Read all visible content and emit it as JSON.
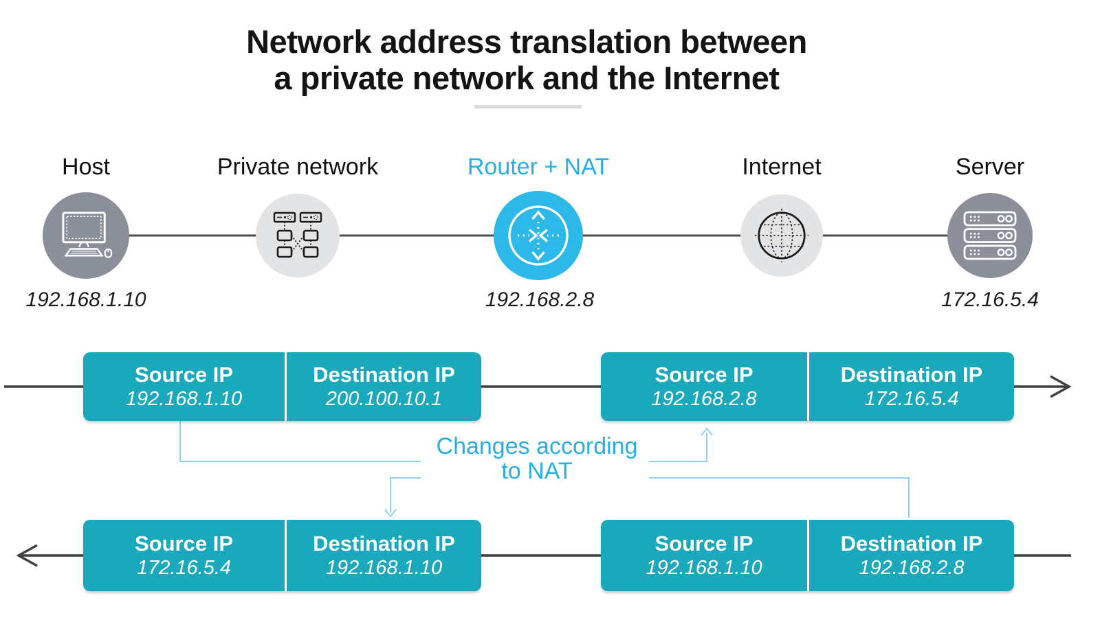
{
  "title": {
    "line1": "Network address translation between",
    "line2": "a private network and the Internet"
  },
  "nodes": [
    {
      "label": "Host",
      "ip": "192.168.1.10",
      "icon": "desktop-computer-icon",
      "circle_color": "#8a8f99"
    },
    {
      "label": "Private network",
      "ip": "",
      "icon": "network-switches-icon",
      "circle_color": "#e3e4e6"
    },
    {
      "label": "Router + NAT",
      "ip": "192.168.2.8",
      "icon": "router-icon",
      "circle_color": "#2cb8e9"
    },
    {
      "label": "Internet",
      "ip": "",
      "icon": "globe-icon",
      "circle_color": "#e3e4e6"
    },
    {
      "label": "Server",
      "ip": "172.16.5.4",
      "icon": "server-rack-icon",
      "circle_color": "#8a8f99"
    }
  ],
  "packets": {
    "top_left": {
      "cells": [
        {
          "label": "Source IP",
          "ip": "192.168.1.10"
        },
        {
          "label": "Destination IP",
          "ip": "200.100.10.1"
        }
      ]
    },
    "top_right": {
      "cells": [
        {
          "label": "Source IP",
          "ip": "192.168.2.8"
        },
        {
          "label": "Destination IP",
          "ip": "172.16.5.4"
        }
      ]
    },
    "bottom_left": {
      "cells": [
        {
          "label": "Source IP",
          "ip": "172.16.5.4"
        },
        {
          "label": "Destination IP",
          "ip": "192.168.1.10"
        }
      ]
    },
    "bottom_right": {
      "cells": [
        {
          "label": "Source IP",
          "ip": "192.168.1.10"
        },
        {
          "label": "Destination IP",
          "ip": "192.168.2.8"
        }
      ]
    }
  },
  "annotation": {
    "line1": "Changes according",
    "line2": "to NAT"
  },
  "flow_directions": {
    "top_row": "right",
    "bottom_row": "left"
  },
  "colors": {
    "packet_teal": "#1aa8bd",
    "accent_blue": "#29aee4",
    "router_circle_blue": "#2cb8e9",
    "connector_light_blue": "#8dd4f0",
    "dark_circle_gray": "#8a8f99",
    "light_circle_gray": "#e3e4e6",
    "flow_line_gray": "#3f3f3f",
    "title_divider_gray": "#dcdcdc"
  }
}
